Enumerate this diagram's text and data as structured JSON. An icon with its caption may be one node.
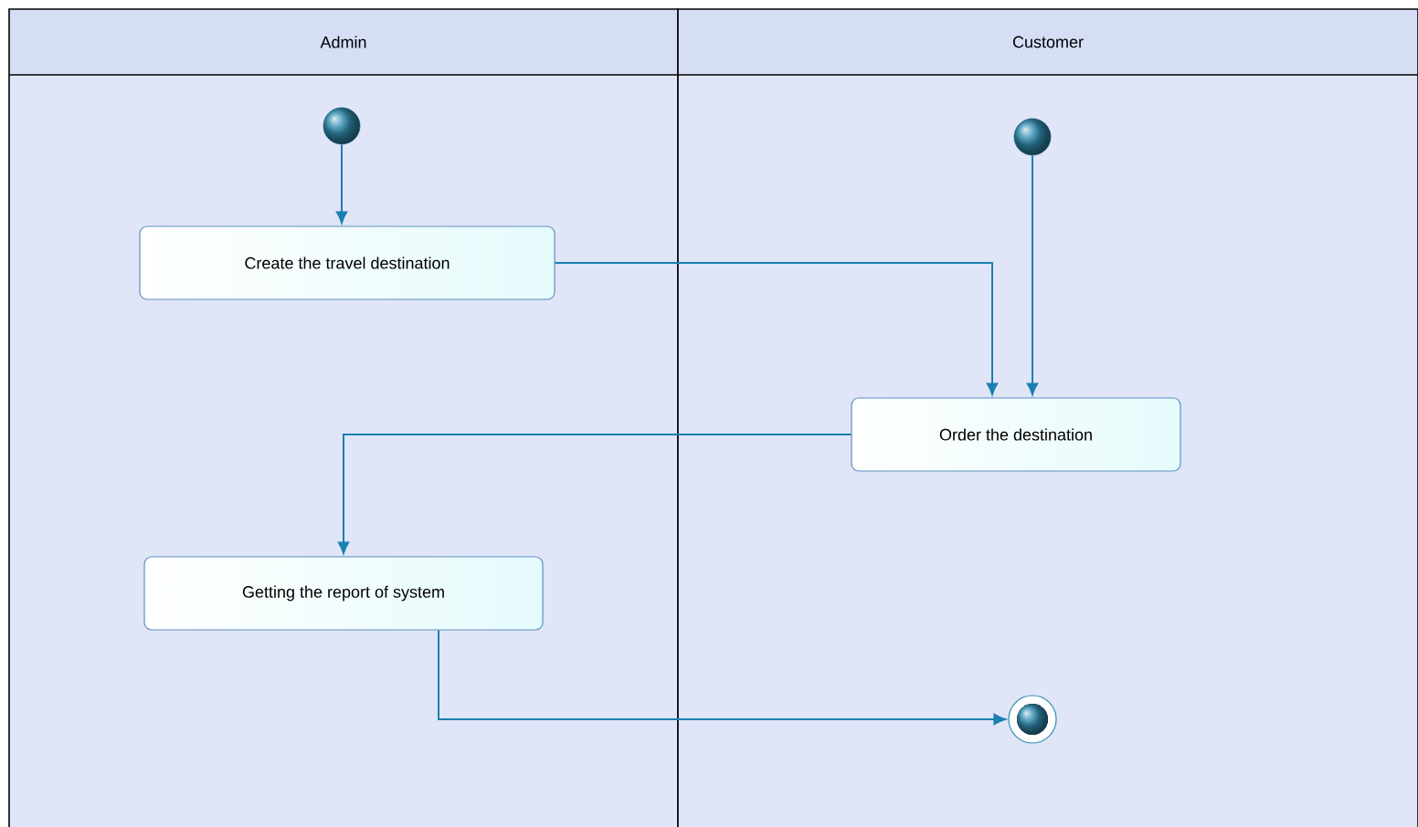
{
  "diagram": {
    "nodes": [
      {
        "text": [
          "Admin"
        ]
      },
      {
        "text": [
          "Customer"
        ]
      },
      {
        "text": [],
        "shape": "circle",
        "in": 0
      },
      {
        "text": [
          "Create the travel destination"
        ],
        "in": 0
      },
      {
        "text": [],
        "shape": "circle",
        "in": 1
      },
      {
        "text": [
          "Order the destination"
        ],
        "in": 1
      },
      {
        "text": [
          "Getting the report of system"
        ],
        "in": 0
      },
      {
        "text": [],
        "shape": "bullseye",
        "in": 1
      }
    ],
    "edges": [
      {
        "from": 2,
        "to": 3,
        "arrow": "to"
      },
      {
        "from": 3,
        "to": 5,
        "arrow": "to"
      },
      {
        "from": 4,
        "to": 5,
        "arrow": "to"
      },
      {
        "from": 5,
        "to": 6,
        "arrow": "to"
      },
      {
        "from": 6,
        "to": 7,
        "arrow": "to"
      }
    ]
  }
}
